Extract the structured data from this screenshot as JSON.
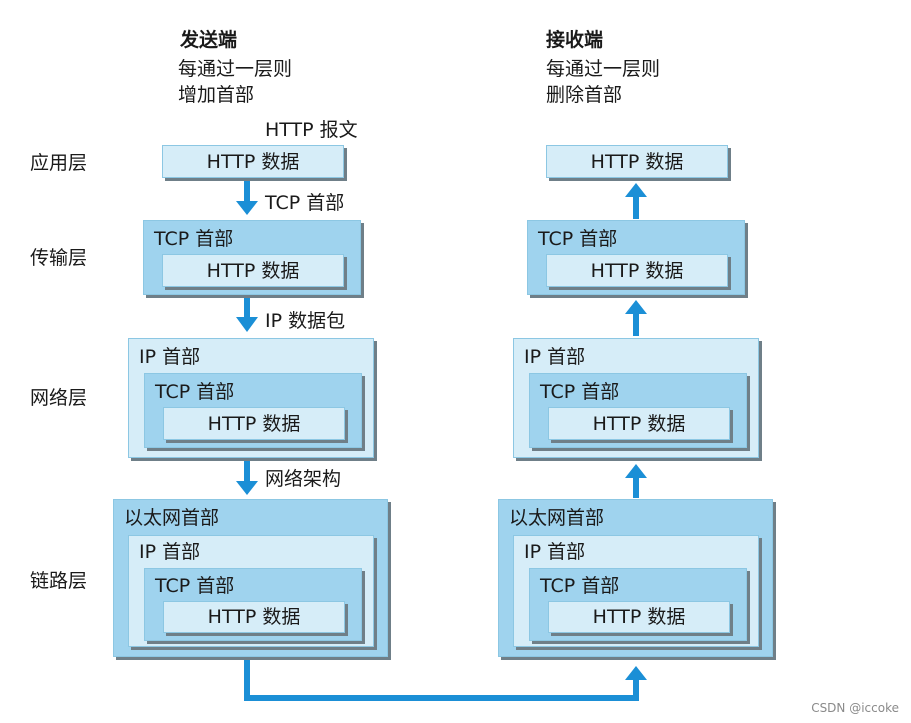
{
  "sender": {
    "title": "发送端",
    "line1": "每通过一层则",
    "line2": "增加首部"
  },
  "receiver": {
    "title": "接收端",
    "line1": "每通过一层则",
    "line2": "删除首部"
  },
  "layers": {
    "application": "应用层",
    "transport": "传输层",
    "network": "网络层",
    "link": "链路层"
  },
  "labels": {
    "http_data": "HTTP 数据",
    "tcp_header": "TCP 首部",
    "ip_header": "IP 首部",
    "ethernet_header": "以太网首部"
  },
  "arrow_labels": {
    "http_message": "HTTP 报文",
    "tcp_header": "TCP 首部",
    "ip_packet": "IP 数据包",
    "network_frame": "网络架构"
  },
  "watermark": "CSDN @iccoke",
  "colors": {
    "box_dark": "#9fd3ee",
    "box_light": "#d6edf8",
    "arrow": "#1b8fd6",
    "shadow": "#6f7f88"
  }
}
